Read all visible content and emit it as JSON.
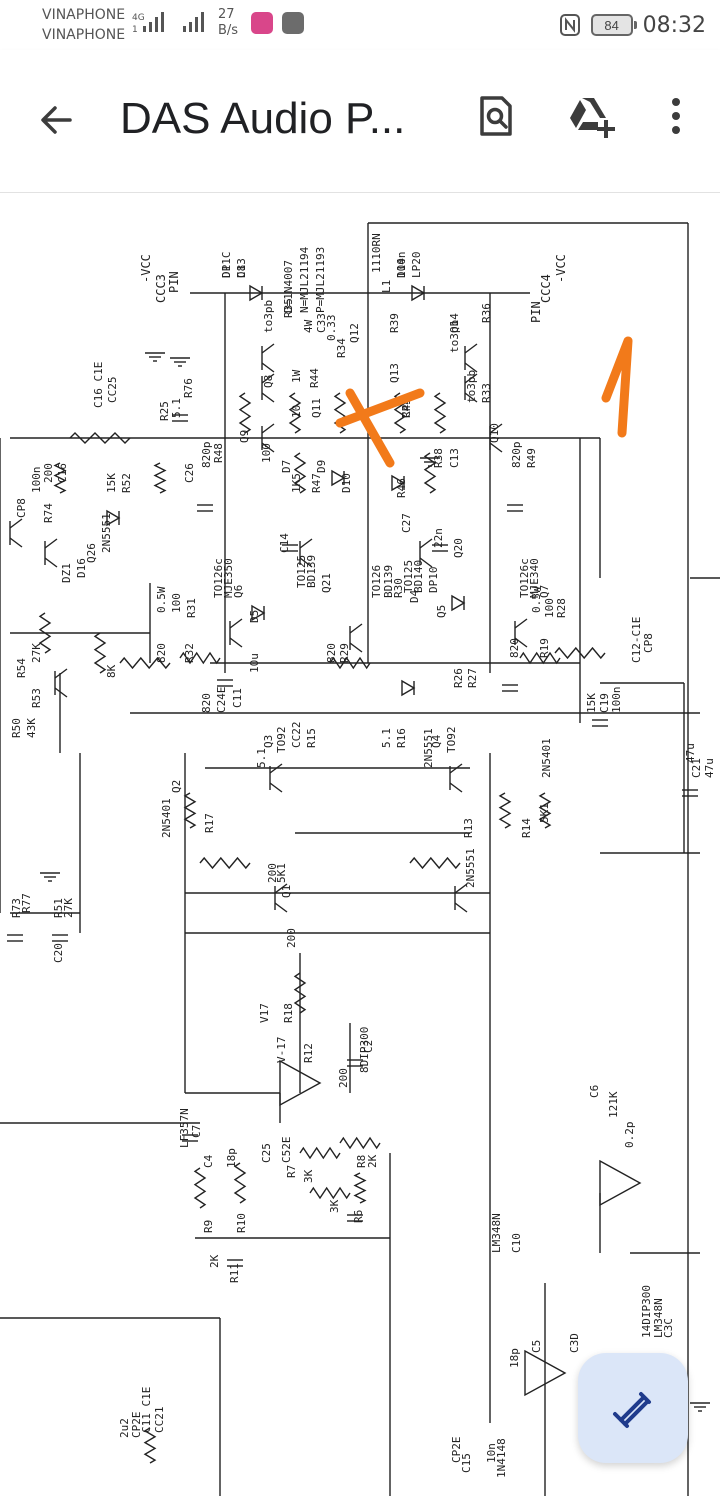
{
  "status_bar": {
    "carrier_1": "VINAPHONE",
    "carrier_2": "VINAPHONE",
    "network_type": "4G",
    "sim_1_label": "1",
    "net_speed_value": "27",
    "net_speed_unit": "B/s",
    "battery_level": "84",
    "time": "08:32"
  },
  "app_bar": {
    "title": "DAS Audio P..."
  },
  "schematic": {
    "annotation_mark": "1",
    "annotation_color": "#f27a1a",
    "cross_mark_color": "#f27a1a",
    "parts_note": [
      "D=1N4007",
      "N=MJL21194",
      "P=MJL21193"
    ],
    "rails": {
      "neg": "-VCC",
      "pos": "-VCC",
      "neg_conn": "CCC3",
      "pos_conn": "CCC4",
      "pin": "PIN"
    },
    "labels": [
      "DP1C",
      "D13",
      "D14",
      "LP20",
      "1110RN",
      "L1",
      "Q12",
      "to3pb",
      "R35",
      "4W",
      "C33",
      "0.33",
      "R34",
      "1W",
      "R44",
      "10",
      "Q11",
      "Q8",
      "Q9",
      "Q10",
      "to3pb",
      "R33",
      "R39",
      "Q13",
      "Q14",
      "to3pb",
      "R36",
      "R45",
      "CP4",
      "C26",
      "820p",
      "R48",
      "100",
      "D7",
      "D9",
      "D10",
      "R46",
      "1K5",
      "R47",
      "C27",
      "820p",
      "R49",
      "R38",
      "C13",
      "C14",
      "22n",
      "Q20",
      "TO125",
      "BD139",
      "Q21",
      "TO125",
      "BD140",
      "DP10",
      "D4",
      "D5",
      "Q5",
      "TO126c",
      "MJE350",
      "Q6",
      "TO126c",
      "MJE340",
      "Q7",
      "TO126",
      "BD139",
      "R30",
      "0.5W",
      "100",
      "R31",
      "0.5W",
      "100",
      "R28",
      "820",
      "R32",
      "820",
      "R29",
      "820",
      "R19",
      "820",
      "C24E",
      "C11",
      "10u",
      "R26",
      "R27",
      "15K",
      "C19",
      "100n",
      "CP8",
      "C12-C1E",
      "CC22",
      "R15",
      "5.1",
      "R16",
      "5.1",
      "Q3",
      "TO92",
      "2N5551",
      "Q4",
      "TO92",
      "2N5401",
      "R17",
      "200",
      "R13",
      "5K1",
      "Q1",
      "2N5551",
      "R14",
      "5K1",
      "Q2",
      "2N5401",
      "R18",
      "200",
      "V17",
      "V-17",
      "R12",
      "200",
      "8DIP300",
      "C2",
      "LF357N",
      "C7",
      "C4",
      "18p",
      "C25",
      "C52E",
      "R7",
      "3K",
      "R8",
      "2K",
      "R9",
      "R10",
      "2K",
      "R11",
      "3K",
      "R6",
      "121K",
      "C6",
      "0.2p",
      "C5",
      "18p",
      "C3D",
      "14DIP300",
      "LM348N",
      "C3C",
      "LM348N",
      "C10",
      "2u2",
      "CP2E",
      "C11 C1E",
      "CC21",
      "C16 C1E",
      "CC25",
      "R25",
      "5.1",
      "R76",
      "200",
      "C16",
      "CP8",
      "100n",
      "R74",
      "15K",
      "R52",
      "Q26",
      "2N5551",
      "DZ1",
      "D16",
      "R53",
      "27K",
      "R54",
      "8K",
      "R50",
      "43K",
      "R73",
      "R77",
      "R51",
      "27K",
      "C20",
      "47u",
      "C21",
      "47u",
      "CP2E",
      "C15",
      "10n",
      "1N4148",
      "D1",
      "C8",
      "100n"
    ]
  },
  "fab": {
    "action": "edit",
    "icon": "pencil-slash-icon",
    "color": "#dbe6f8"
  }
}
